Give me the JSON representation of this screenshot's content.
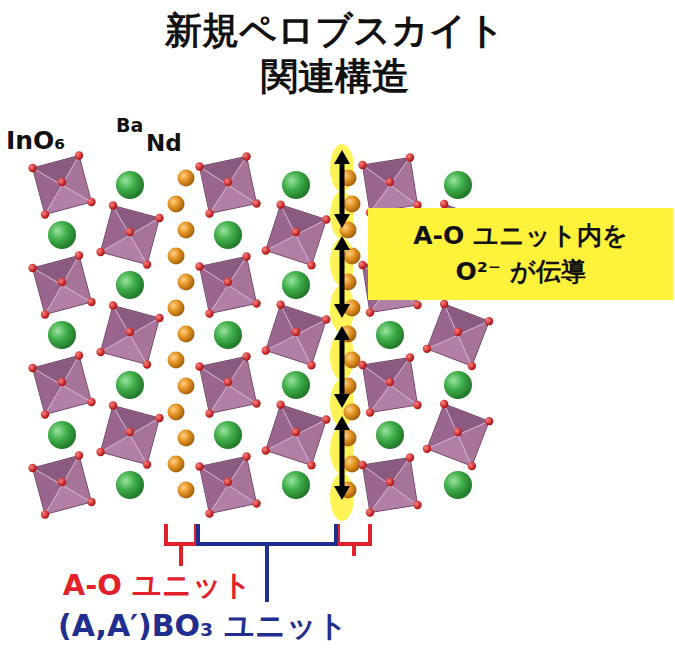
{
  "diagram": {
    "title": "新規ペロブスカイト 関連構造",
    "nodes": [
      {
        "text": [
          "A-O ユニット内を O²⁻ が伝導"
        ]
      }
    ],
    "labels": [
      "InO₆",
      "Ba",
      "Nd",
      "A-O ユニット",
      "(A,A′)BO₃ ユニット"
    ]
  }
}
